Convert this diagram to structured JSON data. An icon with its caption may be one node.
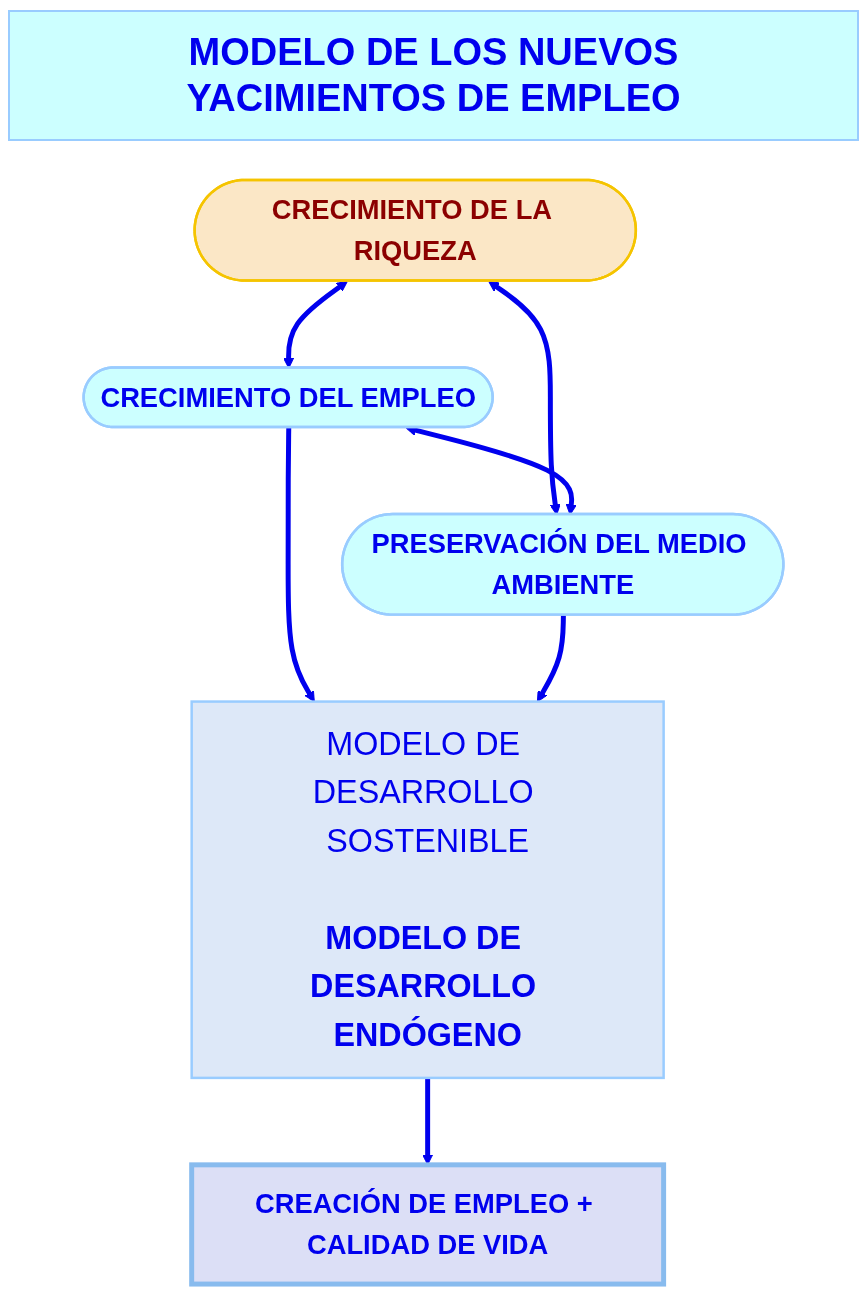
{
  "diagram": {
    "title": "MODELO DE LOS NUEVOS YACIMIENTOS DE EMPLEO",
    "nodes": [
      {
        "text": [
          "CRECIMIENTO DE LA RIQUEZA"
        ]
      },
      {
        "text": [
          "CRECIMIENTO DEL EMPLEO"
        ]
      },
      {
        "text": [
          "PRESERVACIÓN DEL MEDIO AMBIENTE"
        ]
      },
      {
        "text": [
          "MODELO DE DESARROLLO SOSTENIBLE",
          "MODELO DE DESARROLLO ENDÓGENO"
        ]
      },
      {
        "text": [
          "CREACIÓN DE EMPLEO + CALIDAD DE VIDA"
        ]
      }
    ],
    "edges": [
      {
        "from": 0,
        "to": 1,
        "arrow": "both"
      },
      {
        "from": 0,
        "to": 2,
        "arrow": "both"
      },
      {
        "from": 1,
        "to": 2,
        "arrow": "both"
      },
      {
        "from": 1,
        "to": 3,
        "arrow": "to"
      },
      {
        "from": 2,
        "to": 3,
        "arrow": "to"
      },
      {
        "from": 3,
        "to": 4,
        "arrow": "to"
      }
    ]
  }
}
